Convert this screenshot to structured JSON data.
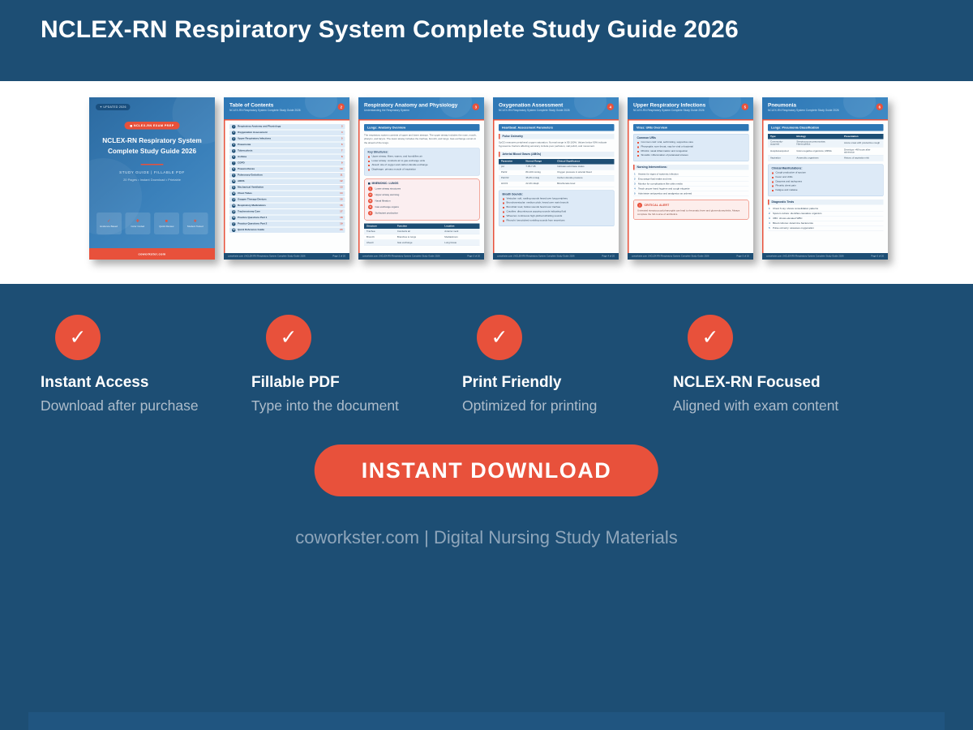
{
  "header": {
    "title": "NCLEX-RN Respiratory System Complete Study Guide 2026"
  },
  "colors": {
    "accent_red": "#e8513b",
    "navy": "#1d4e74",
    "page_blue": "#2e77b5",
    "row_blue": "#dbe9f6"
  },
  "cover": {
    "updated_icon": "✦",
    "updated_label": "UPDATED 2026",
    "brand_badge": "NCLEX-RN EXAM PREP",
    "title_line1": "NCLEX-RN Respiratory System",
    "title_line2": "Complete Study Guide 2026",
    "subtitle": "STUDY GUIDE  |  FILLABLE PDF",
    "meta": "20 Pages • Instant Download • Printable",
    "features": [
      {
        "icon": "✓",
        "label": "Evidence Based"
      },
      {
        "icon": "✚",
        "label": "Color Coded"
      },
      {
        "icon": "■",
        "label": "Quick Review"
      },
      {
        "icon": "★",
        "label": "Student Tested"
      }
    ],
    "footer": "coworkster.com"
  },
  "pages": [
    {
      "title": "Table of Contents",
      "subtitle": "NCLEX-RN Respiratory System Complete Study Guide 2026",
      "page_num": "2",
      "toc": [
        {
          "n": "1",
          "label": "Respiratory Anatomy and Physiology",
          "page": "3"
        },
        {
          "n": "2",
          "label": "Oxygenation Assessment",
          "page": "4"
        },
        {
          "n": "3",
          "label": "Upper Respiratory Infections",
          "page": "5"
        },
        {
          "n": "4",
          "label": "Pneumonia",
          "page": "6"
        },
        {
          "n": "5",
          "label": "Tuberculosis",
          "page": "7"
        },
        {
          "n": "6",
          "label": "Asthma",
          "page": "8"
        },
        {
          "n": "7",
          "label": "COPD",
          "page": "9"
        },
        {
          "n": "8",
          "label": "Pneumothorax",
          "page": "10"
        },
        {
          "n": "9",
          "label": "Pulmonary Embolism",
          "page": "11"
        },
        {
          "n": "10",
          "label": "ARDS",
          "page": "12"
        },
        {
          "n": "11",
          "label": "Mechanical Ventilation",
          "page": "13"
        },
        {
          "n": "12",
          "label": "Chest Tubes",
          "page": "14"
        },
        {
          "n": "13",
          "label": "Oxygen Therapy Devices",
          "page": "15"
        },
        {
          "n": "14",
          "label": "Respiratory Medications",
          "page": "16"
        },
        {
          "n": "15",
          "label": "Tracheostomy Care",
          "page": "17"
        },
        {
          "n": "16",
          "label": "Practice Questions Part 1",
          "page": "18"
        },
        {
          "n": "17",
          "label": "Practice Questions Part 2",
          "page": "19"
        },
        {
          "n": "18",
          "label": "Quick Reference Guide",
          "page": "20"
        }
      ],
      "footer_left": "coworkster.com | NCLEX-RN Respiratory System Complete Study Guide 2026",
      "footer_right": "Page 2 of 20"
    },
    {
      "title": "Respiratory Anatomy and Physiology",
      "subtitle": "Understanding the Respiratory System",
      "page_num": "3",
      "section": "Lungs: Anatomy Overview",
      "intro": "The respiratory system consists of upper and lower airways. The upper airway includes the nose, mouth, pharynx, and larynx. The lower airway includes the trachea, bronchi, and lungs. Gas exchange occurs in the alveoli of the lungs.",
      "key_structures_title": "Key Structures:",
      "key_structures": [
        "Upper airway: filters, warms, and humidifies air",
        "Lower airway: conducts air to gas exchange units",
        "Alveoli: site of oxygen and carbon dioxide exchange",
        "Diaphragm: primary muscle of inspiration"
      ],
      "mnemonic_title": "MNEMONIC: LUNGS",
      "mnemonic": [
        {
          "letter": "L",
          "text": "Lower airway structures"
        },
        {
          "letter": "U",
          "text": "Upper airway warming"
        },
        {
          "letter": "N",
          "text": "Nasal filtration"
        },
        {
          "letter": "G",
          "text": "Gas exchange organs"
        },
        {
          "letter": "S",
          "text": "Surfactant production"
        }
      ],
      "table": {
        "headers": [
          "Structure",
          "Function",
          "Location"
        ],
        "rows": [
          [
            "Trachea",
            "Conducts air",
            "Anterior neck"
          ],
          [
            "Bronchi",
            "Branches to lungs",
            "Mediastinum"
          ],
          [
            "Alveoli",
            "Gas exchange",
            "Lung tissue"
          ]
        ]
      },
      "footer_left": "coworkster.com | NCLEX-RN Respiratory System Complete Study Guide 2026",
      "footer_right": "Page 3 of 20"
    },
    {
      "title": "Oxygenation Assessment",
      "subtitle": "NCLEX-RN Respiratory System Complete Study Guide 2026",
      "page_num": "4",
      "section": "Heartbeat: Assessment Parameters",
      "sub1_title": "Pulse Oximetry",
      "sub1_text": "SpO2 measures peripheral oxygen saturation. Normal range is 95-100%. Values below 90% indicate hypoxemia. Factors affecting accuracy include poor perfusion, nail polish, and movement.",
      "sub2_title": "Arterial Blood Gases (ABGs)",
      "table": {
        "headers": [
          "Parameter",
          "Normal Range",
          "Clinical Significance"
        ],
        "rows": [
          [
            "pH",
            "7.35-7.45",
            "Indicates acid-base status"
          ],
          [
            "PaO2",
            "80-100 mmHg",
            "Oxygen pressure in arterial blood"
          ],
          [
            "PaCO2",
            "35-45 mmHg",
            "Carbon dioxide pressure"
          ],
          [
            "HCO3",
            "22-26 mEq/L",
            "Bicarbonate level"
          ]
        ]
      },
      "breath_title": "Breath Sounds:",
      "breath": [
        "Vesicular: soft, rustling sounds heard over lung periphery",
        "Bronchovesicular: medium pitch, heard over main bronchi",
        "Bronchial: loud, hollow sounds heard over trachea",
        "Crackles: discontinuous popping sounds indicating fluid",
        "Wheezes: continuous high-pitched whistling sounds",
        "Rhonchi: low-pitched rumbling sounds from secretions"
      ],
      "footer_left": "coworkster.com | NCLEX-RN Respiratory System Complete Study Guide 2026",
      "footer_right": "Page 4 of 20"
    },
    {
      "title": "Upper Respiratory Infections",
      "subtitle": "NCLEX-RN Respiratory System Complete Study Guide 2026",
      "page_num": "5",
      "section": "Virus: URIs Overview",
      "common_title": "Common URIs",
      "common": [
        "Common cold: viral, self-limiting, supportive care",
        "Pharyngitis: sore throat; may be viral or bacterial",
        "Rhinitis: nasal inflammation and congestion",
        "Sinusitis: inflammation of paranasal sinuses"
      ],
      "interventions_title": "Nursing Interventions:",
      "interventions": [
        {
          "n": "1",
          "text": "Assess for signs of systemic infection"
        },
        {
          "n": "2",
          "text": "Encourage fluid intake and rest"
        },
        {
          "n": "3",
          "text": "Monitor for complications like otitis media"
        },
        {
          "n": "4",
          "text": "Teach proper hand hygiene and cough etiquette"
        },
        {
          "n": "5",
          "text": "Administer antipyretics and analgesics as ordered"
        }
      ],
      "alert_icon": "!",
      "alert_title": "CRITICAL ALERT",
      "alert_text": "Untreated streptococcal pharyngitis can lead to rheumatic fever and glomerulonephritis. Always complete the full course of antibiotics.",
      "footer_left": "coworkster.com | NCLEX-RN Respiratory System Complete Study Guide 2026",
      "footer_right": "Page 5 of 20"
    },
    {
      "title": "Pneumonia",
      "subtitle": "NCLEX-RN Respiratory System Complete Study Guide 2026",
      "page_num": "6",
      "section": "Lungs: Pneumonia Classification",
      "table": {
        "headers": [
          "Type",
          "Etiology",
          "Presentation"
        ],
        "rows": [
          [
            "Community-acquired",
            "Streptococcus pneumoniae, Haemophilus",
            "Acute onset with productive cough"
          ],
          [
            "Hospital-acquired",
            "Gram-negative organisms, MRSA",
            "Develops >48 hours after admission"
          ],
          [
            "Aspiration",
            "Anaerobic organisms",
            "History of aspiration risk"
          ]
        ]
      },
      "manifest_title": "Clinical Manifestations:",
      "manifest": [
        "Cough productive of sputum",
        "Fever and chills",
        "Dyspnea and tachypnea",
        "Pleuritic chest pain",
        "Fatigue and malaise"
      ],
      "diag_title": "Diagnostic Tests",
      "diag": [
        {
          "n": "1",
          "text": "Chest X-ray: shows consolidation patterns"
        },
        {
          "n": "2",
          "text": "Sputum culture: identifies causative organism"
        },
        {
          "n": "3",
          "text": "CBC: shows elevated WBC"
        },
        {
          "n": "4",
          "text": "Blood cultures: determine bacteremia"
        },
        {
          "n": "5",
          "text": "Pulse oximetry: assesses oxygenation"
        }
      ],
      "footer_left": "coworkster.com | NCLEX-RN Respiratory System Complete Study Guide 2026",
      "footer_right": "Page 6 of 20"
    }
  ],
  "features": [
    {
      "icon": "✓",
      "title": "Instant Access",
      "subtitle": "Download after purchase"
    },
    {
      "icon": "✓",
      "title": "Fillable PDF",
      "subtitle": "Type into the document"
    },
    {
      "icon": "✓",
      "title": "Print Friendly",
      "subtitle": "Optimized for printing"
    },
    {
      "icon": "✓",
      "title": "NCLEX-RN Focused",
      "subtitle": "Aligned with exam content"
    }
  ],
  "cta": {
    "label": "INSTANT DOWNLOAD"
  },
  "site_footer": "coworkster.com | Digital Nursing Study Materials"
}
